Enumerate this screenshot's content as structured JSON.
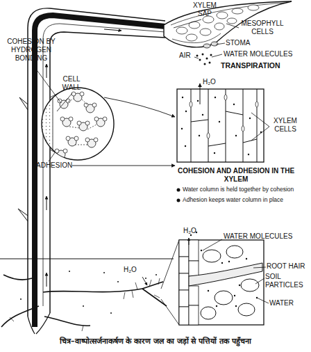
{
  "diagram": {
    "caption": "चित्र–वाष्पोत्सर्जनाकर्षण के कारण जल का जड़ों से पत्तियों तक पहुँचना",
    "labels": [
      "XYLEM SAP",
      "MESOPHYLL CELLS",
      "COHESION BY HYDROGEN BONDING",
      "STOMA",
      "AIR",
      "WATER MOLECULES",
      "TRANSPIRATION",
      "CELL WALL",
      "H₂O",
      "XYLEM CELLS",
      "ADHESION",
      "COHESION AND ADHESION IN THE XYLEM",
      "Water column is held together by cohesion",
      "Adhesion keeps water column in place",
      "H₂O",
      "WATER MOLECULES",
      "ROOT HAIR",
      "SOIL PARTICLES",
      "H₂O",
      "WATER"
    ]
  }
}
